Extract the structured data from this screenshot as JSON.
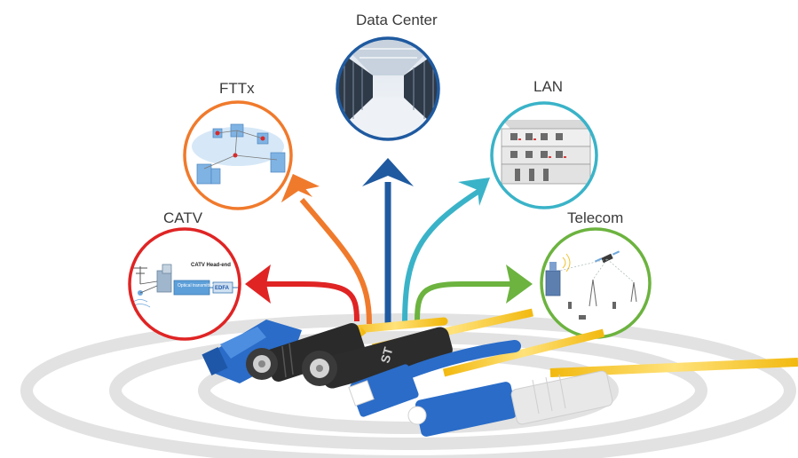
{
  "nodes": [
    {
      "id": "data-center",
      "label": "Data Center",
      "color": "#1f5aa0"
    },
    {
      "id": "fttx",
      "label": "FTTx",
      "color": "#f07a2c"
    },
    {
      "id": "lan",
      "label": "LAN",
      "color": "#3ab3c8"
    },
    {
      "id": "catv",
      "label": "CATV",
      "color": "#e02424"
    },
    {
      "id": "telecom",
      "label": "Telecom",
      "color": "#6cb33f"
    }
  ],
  "catv_inset": {
    "headend_label": "CATV Head-end",
    "transmitter_label": "Optical transmitter",
    "edfa_label": "EDFA"
  },
  "connector_labels": {
    "st": "ST"
  },
  "colors": {
    "fiber_yellow": "#f6c81e",
    "connector_blue": "#2a6cc8",
    "connector_black": "#2a2a2a",
    "ring_gray": "#dcdcdc"
  }
}
